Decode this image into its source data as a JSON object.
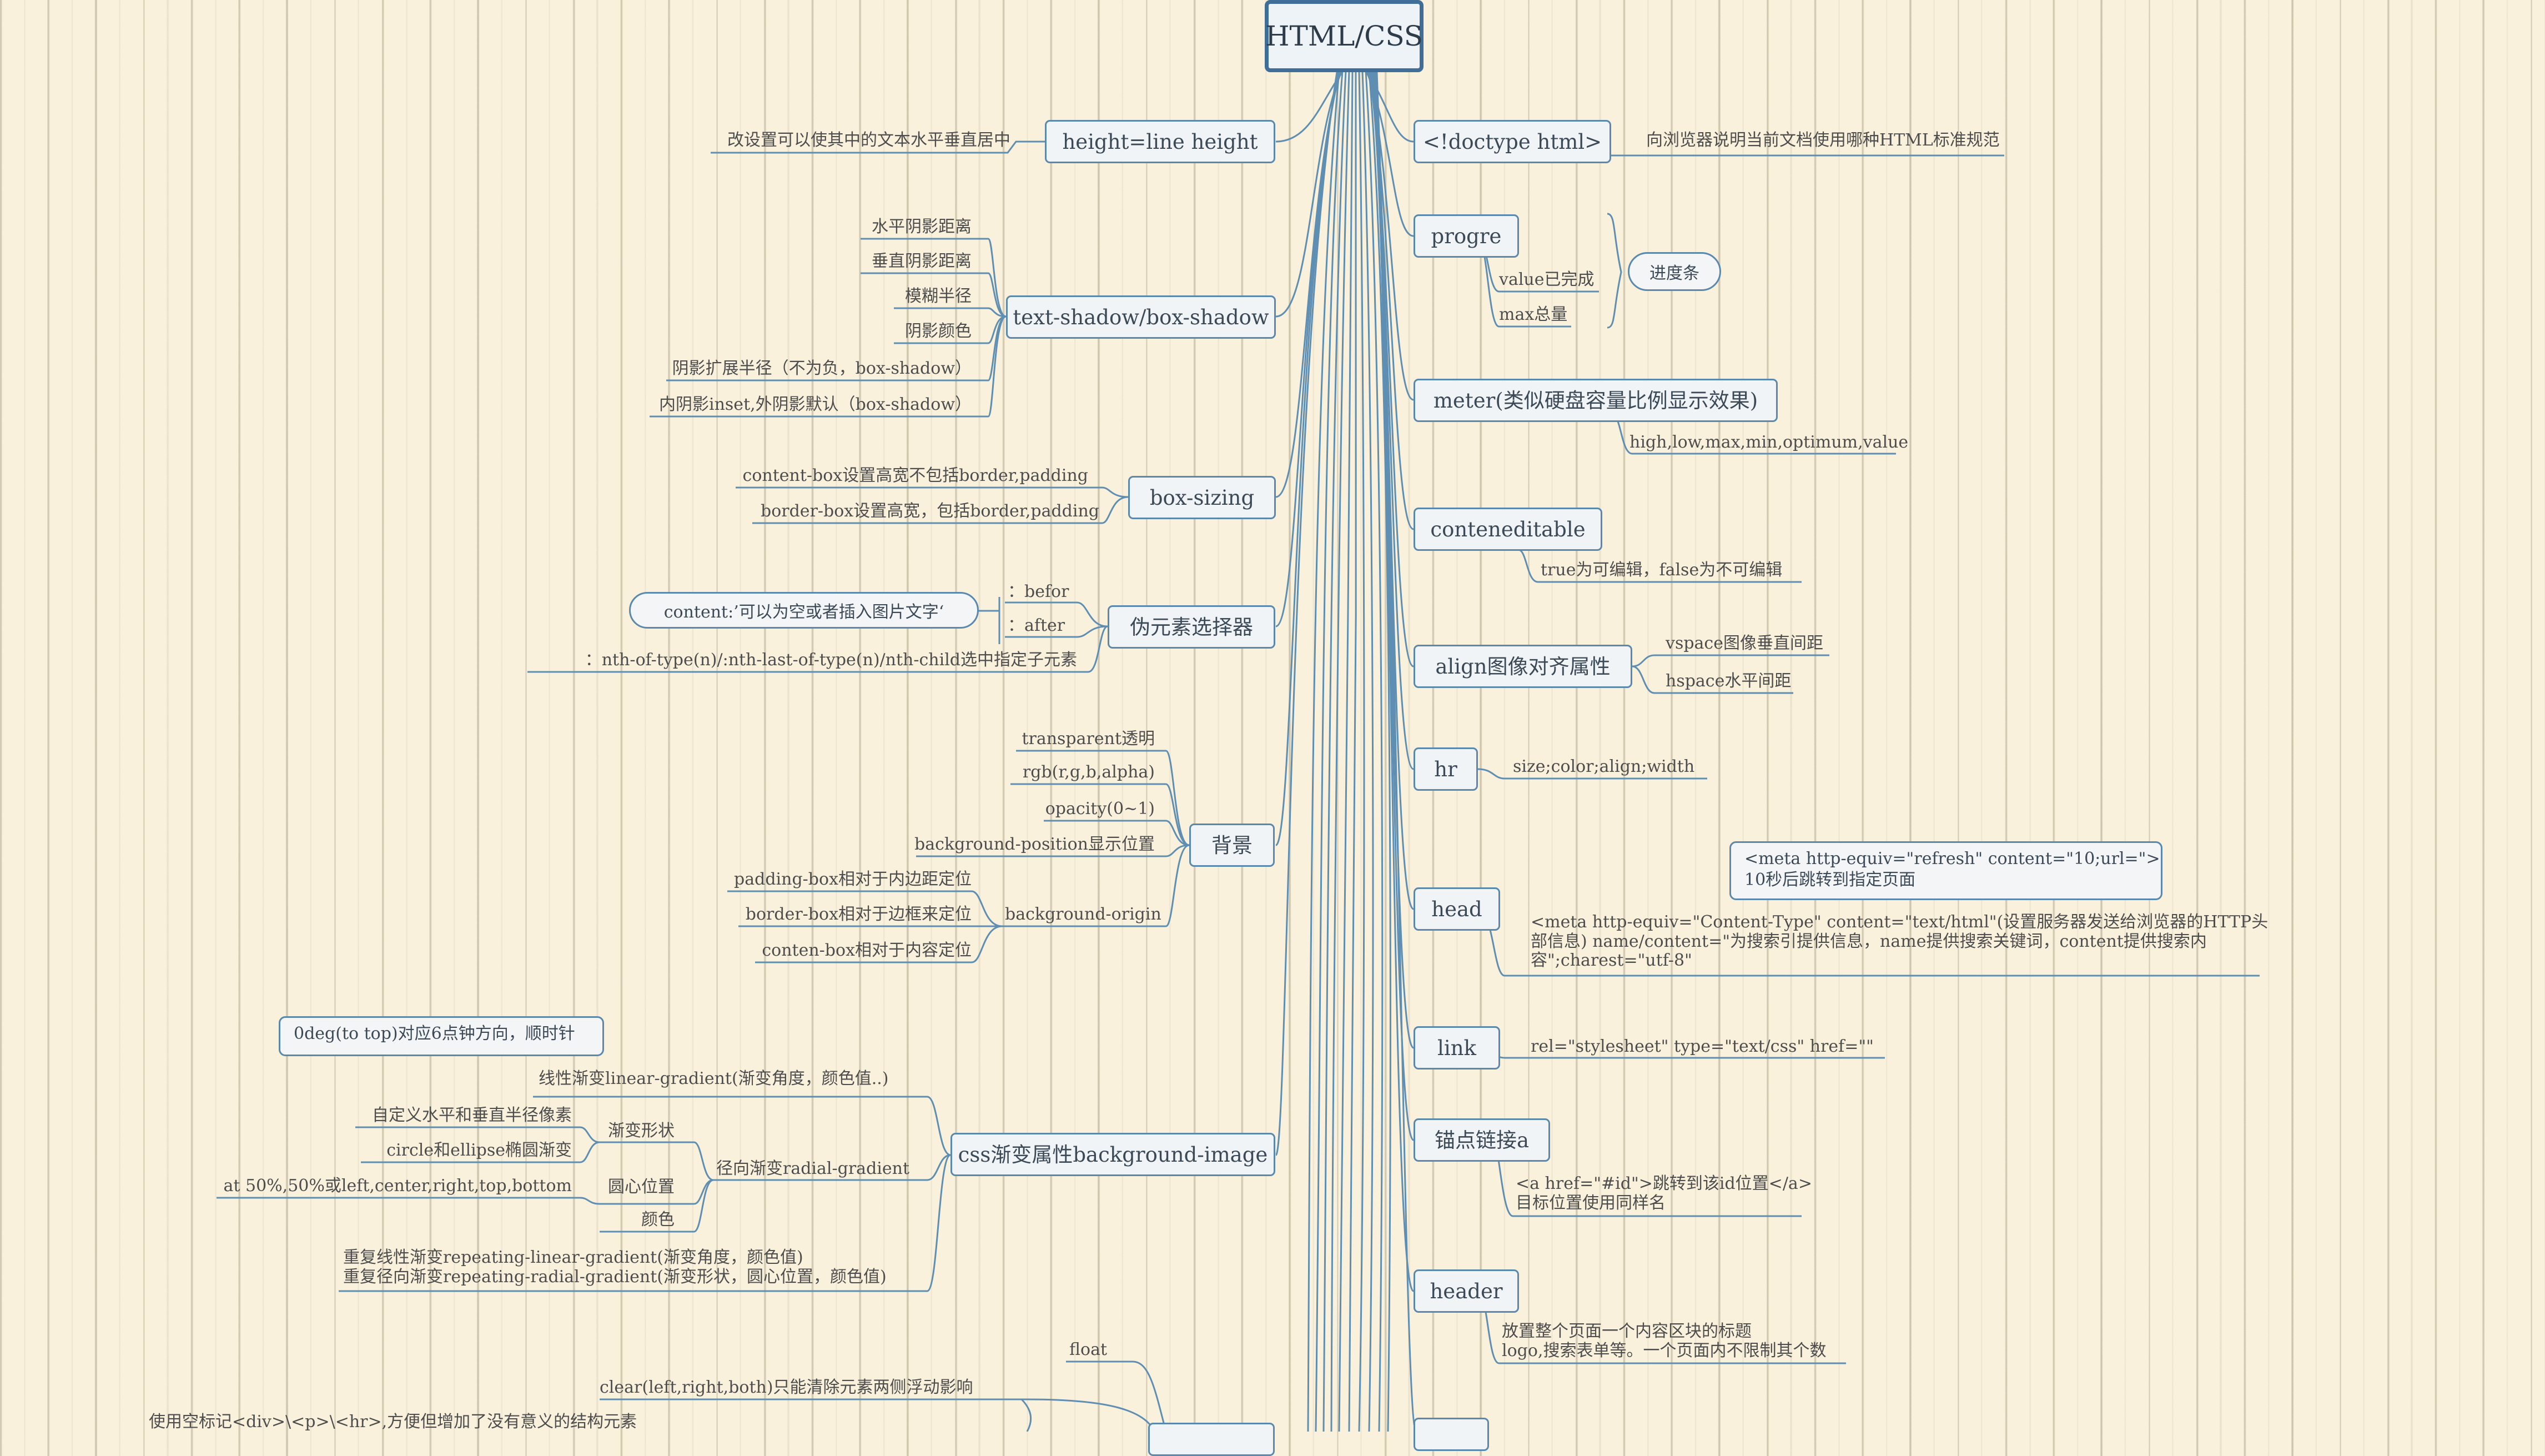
{
  "root": "HTML/CSS",
  "left": {
    "lineheight": {
      "title": "height=line height",
      "note": "改设置可以使其中的文本水平垂直居中"
    },
    "shadow": {
      "title": "text-shadow/box-shadow",
      "items": [
        "水平阴影距离",
        "垂直阴影距离",
        "模糊半径",
        "阴影颜色",
        "阴影扩展半径（不为负，box-shadow）",
        "内阴影inset,外阴影默认（box-shadow）"
      ]
    },
    "boxsizing": {
      "title": "box-sizing",
      "items": [
        "content-box设置高宽不包括border,padding",
        "border-box设置高宽，包括border,padding"
      ]
    },
    "pseudo": {
      "title": "伪元素选择器",
      "before": "：befor",
      "after": "：after",
      "content": "content:’可以为空或者插入图片文字‘",
      "nth": "：nth-of-type(n)/:nth-last-of-type(n)/nth-child选中指定子元素"
    },
    "background": {
      "title": "背景",
      "items": [
        "transparent透明",
        "rgb(r,g,b,alpha)",
        "opacity(0~1)",
        "background-position显示位置"
      ],
      "origin": "background-origin",
      "origin_items": [
        "padding-box相对于内边距定位",
        "border-box相对于边框来定位",
        "conten-box相对于内容定位"
      ]
    },
    "gradient": {
      "title": "css渐变属性background-image",
      "linear": "线性渐变linear-gradient(渐变角度，颜色值..)",
      "linear_callout": "0deg(to top)对应6点钟方向，顺时针",
      "radial": "径向渐变radial-gradient",
      "shape": "渐变形状",
      "shape_items": [
        "自定义水平和垂直半径像素",
        "circle和ellipse椭圆渐变"
      ],
      "center": "圆心位置",
      "center_item": "at 50%,50%或left,center,right,top,bottom",
      "color": "颜色",
      "repeat": "重复线性渐变repeating-linear-gradient(渐变角度，颜色值)\n重复径向渐变repeating-radial-gradient(渐变形状，圆心位置，颜色值)"
    },
    "float": {
      "title": "float",
      "clear": "clear(left,right,both)只能清除元素两侧浮动影响",
      "empty": "使用空标记<div>\\<p>\\<hr>,方便但增加了没有意义的结构元素"
    }
  },
  "right": {
    "doctype": {
      "title": "<!doctype html>",
      "note": "向浏览器说明当前文档使用哪种HTML标准规范"
    },
    "progress": {
      "title": "progre",
      "items": [
        "value已完成",
        "max总量"
      ],
      "group": "进度条"
    },
    "meter": {
      "title": "meter(类似硬盘容量比例显示效果)",
      "note": "high,low,max,min,optimum,value"
    },
    "editable": {
      "title": "conteneditable",
      "note": "true为可编辑，false为不可编辑"
    },
    "align": {
      "title": "align图像对齐属性",
      "items": [
        "vspace图像垂直间距",
        "hspace水平间距"
      ]
    },
    "hr": {
      "title": "hr",
      "note": "size;color;align;width"
    },
    "head": {
      "title": "head",
      "callout": "<meta http-equiv=\"refresh\" content=\"10;url=\">\n10秒后跳转到指定页面",
      "note": "<meta http-equiv=\"Content-Type\" content=\"text/html\"(设置服务器发送给浏览器的HTTP头\n部信息) name/content=\"为搜索引提供信息，name提供搜索关键词，content提供搜索内\n容\";charest=\"utf-8\""
    },
    "link": {
      "title": "link",
      "note": "rel=\"stylesheet\" type=\"text/css\" href=\"\""
    },
    "anchor": {
      "title": "锚点链接a",
      "note": "<a href=\"#id\">跳转到该id位置</a>\n目标位置使用同样名"
    },
    "header": {
      "title": "header",
      "note": "放置整个页面一个内容区块的标题\nlogo,搜索表单等。一个页面内不限制其个数"
    }
  },
  "colors": {
    "line": "#5b88ad",
    "root_border": "#3f6f99",
    "background": "#f9f1dc"
  }
}
